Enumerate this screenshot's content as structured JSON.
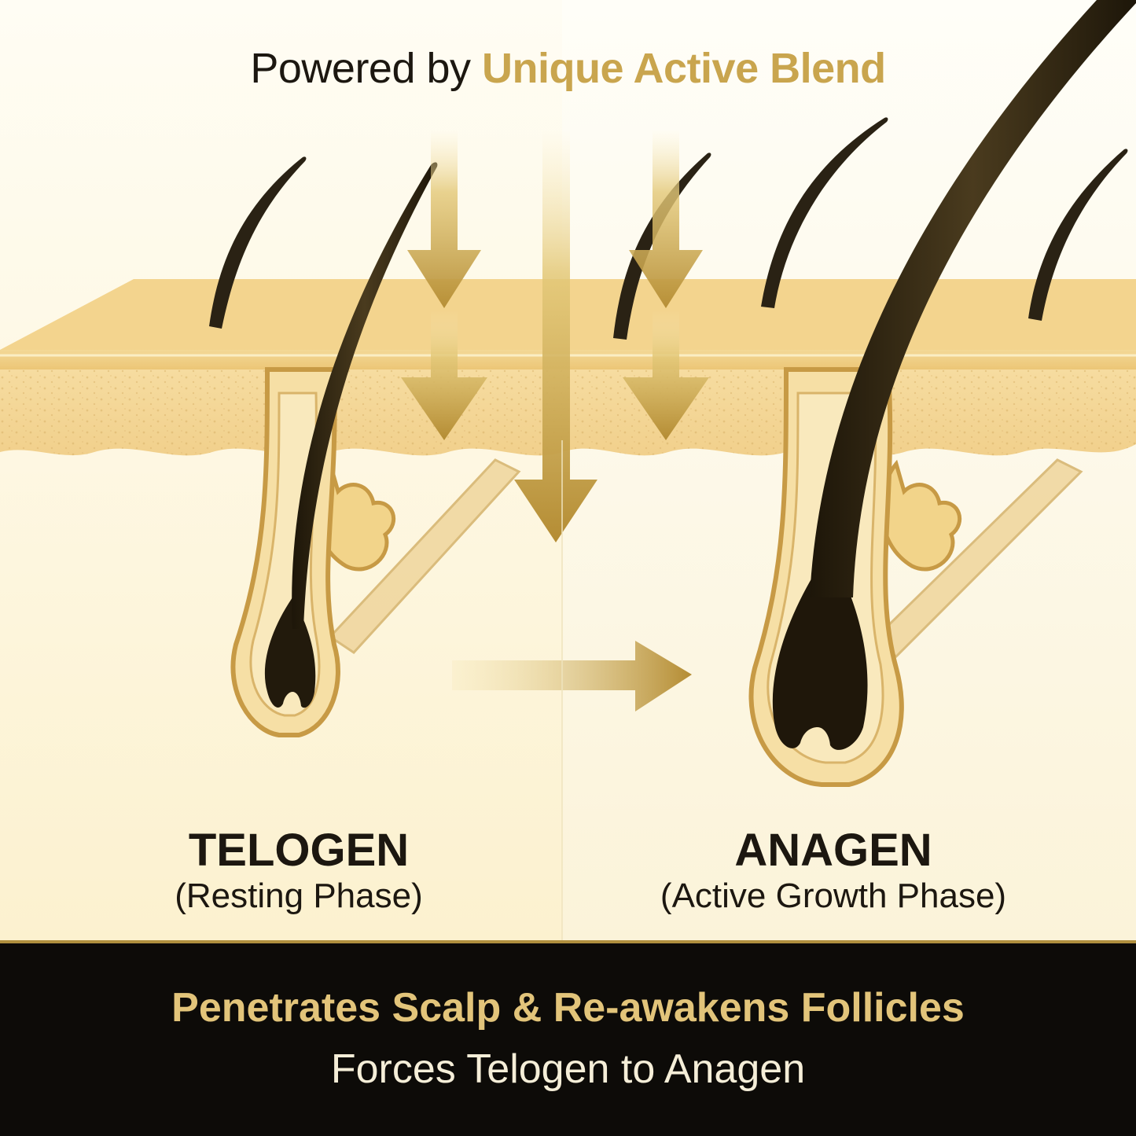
{
  "header": {
    "prefix": "Powered by ",
    "highlight": "Unique Active Blend"
  },
  "phases": {
    "left": {
      "name": "TELOGEN",
      "subtitle": "(Resting Phase)"
    },
    "right": {
      "name": "ANAGEN",
      "subtitle": "(Active Growth Phase)"
    }
  },
  "banner": {
    "headline": "Penetrates Scalp & Re-awakens Follicles",
    "tagline": "Forces Telogen to Anagen"
  },
  "colors": {
    "gold": "#c9a54e",
    "hair": "#2a2214",
    "skin_top": "#f0cf86",
    "dermis": "#f7e2a8",
    "banner_bg": "#0d0b08"
  }
}
